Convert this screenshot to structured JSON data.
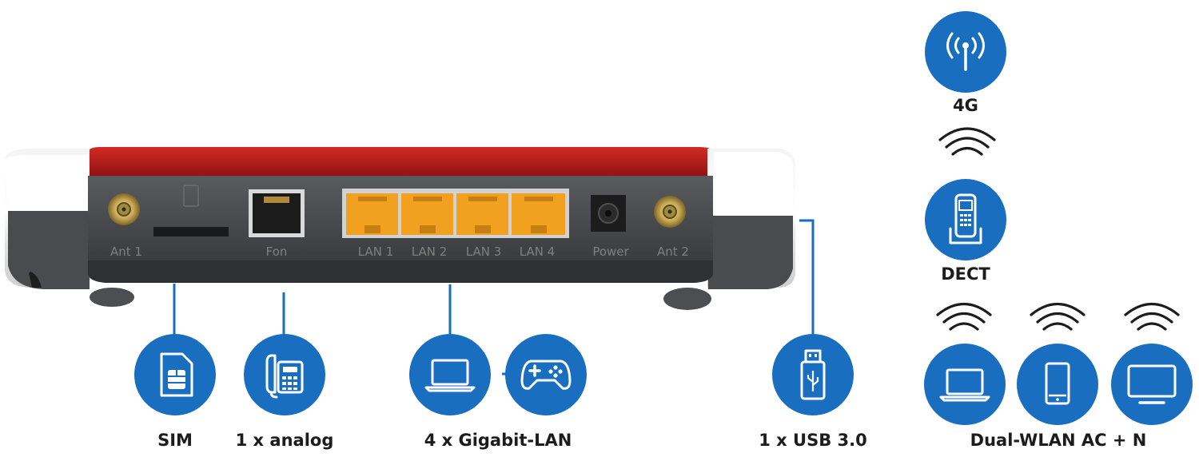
{
  "router": {
    "ports": [
      "Ant 1",
      "Fon",
      "LAN 1",
      "LAN 2",
      "LAN 3",
      "LAN 4",
      "Power",
      "Ant 2"
    ]
  },
  "features": {
    "sim": "SIM",
    "analog": "1 x analog",
    "lan": "4 x Gigabit-LAN",
    "usb": "1 x USB 3.0",
    "lte": "4G",
    "dect": "DECT",
    "wlan": "Dual-WLAN AC + N"
  },
  "colors": {
    "accent": "#1a6ec0",
    "router_red": "#b81d1d",
    "port_orange": "#f2a020"
  },
  "icons": [
    "sim-card-icon",
    "desk-phone-icon",
    "laptop-icon",
    "gamepad-icon",
    "usb-stick-icon",
    "antenna-icon",
    "cordless-phone-icon",
    "tablet-icon",
    "monitor-icon",
    "wifi-waves-icon"
  ]
}
